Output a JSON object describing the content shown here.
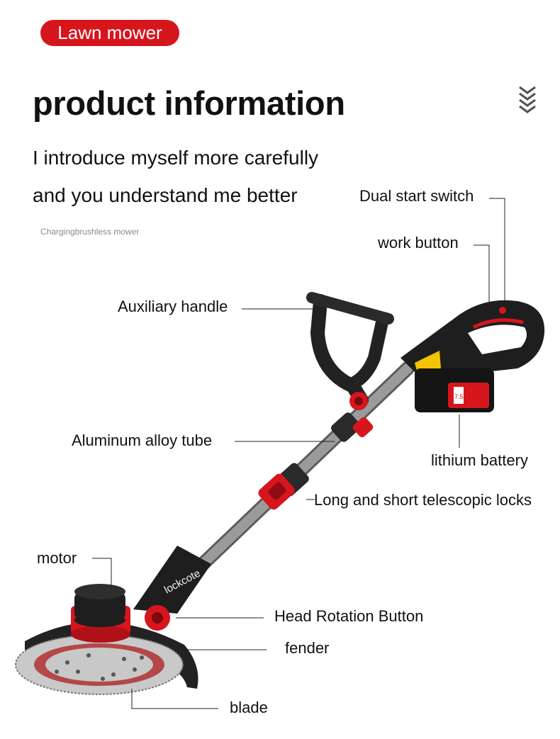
{
  "tag": {
    "label": "Lawn mower",
    "color": "#d7151d"
  },
  "header": {
    "title": "product information",
    "intro_line_1": "I introduce myself more carefully",
    "intro_line_2": "and you understand me better",
    "subtitle": "Chargingbrushless mower"
  },
  "product": {
    "brand": "lockcote",
    "battery_text": "7.5",
    "parts": {
      "dual_start_switch": "Dual start switch",
      "work_button": "work button",
      "auxiliary_handle": "Auxiliary handle",
      "aluminum_tube": "Aluminum alloy tube",
      "lithium_battery": "lithium battery",
      "telescopic_locks": "Long and short telescopic locks",
      "motor": "motor",
      "head_rotation_button": "Head Rotation Button",
      "fender": "fender",
      "blade": "blade"
    }
  },
  "colors": {
    "accent_red": "#d7151d",
    "body_black": "#1e1e1e",
    "tube_silver": "#b7b7b7"
  }
}
